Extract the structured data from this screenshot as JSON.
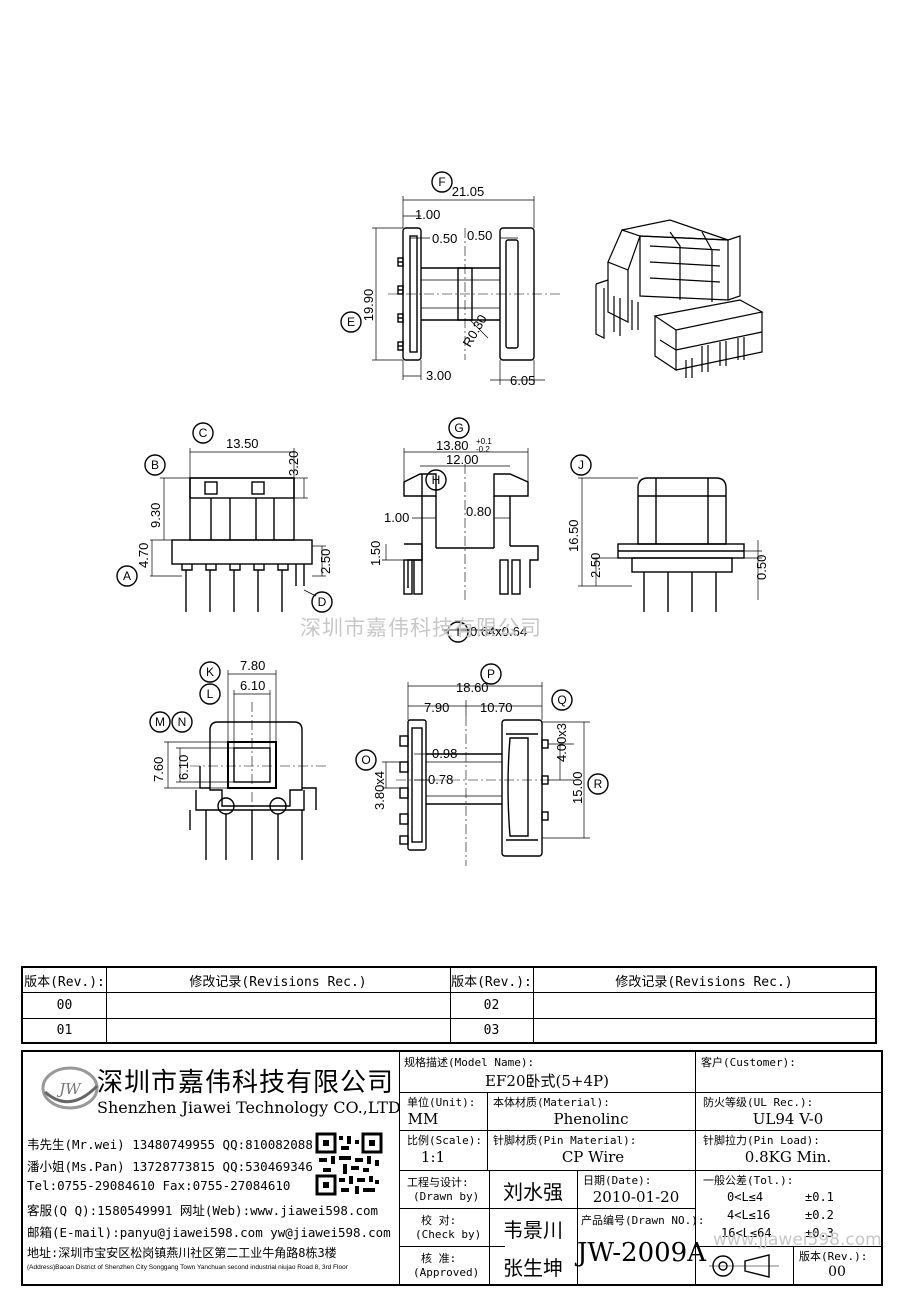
{
  "dims": {
    "top": {
      "F": "F",
      "E": "E",
      "w2105": "21.05",
      "w100": "1.00",
      "w050a": "0.50",
      "w050b": "0.50",
      "h1990": "19.90",
      "r030": "R0.30",
      "w300": "3.00",
      "w605": "6.05"
    },
    "front": {
      "C": "C",
      "B": "B",
      "A": "A",
      "D": "D",
      "w1350": "13.50",
      "h320": "3.20",
      "h930": "9.30",
      "h470": "4.70",
      "h250": "2.50"
    },
    "side": {
      "G": "G",
      "H": "H",
      "I": "I",
      "w1380": "13.80",
      "tolp": "+0.1",
      "tolm": "-0.2",
      "w1200": "12.00",
      "w100": "1.00",
      "w080": "0.80",
      "h150": "1.50",
      "w064": "0.64x0.64"
    },
    "right": {
      "J": "J",
      "h1650": "16.50",
      "h250": "2.50",
      "h050": "0.50"
    },
    "bottom": {
      "K": "K",
      "L": "L",
      "M": "M",
      "N": "N",
      "w780": "7.80",
      "w610": "6.10",
      "h760": "7.60",
      "h610": "6.10"
    },
    "plan": {
      "P": "P",
      "Q": "Q",
      "O": "O",
      "R": "R",
      "w1860": "18.60",
      "w790": "7.90",
      "w1070": "10.70",
      "h400x3": "4.00x3",
      "w098": "0.98",
      "w078": "0.78",
      "h380x4": "3.80x4",
      "h1500": "15.00"
    }
  },
  "watermark": "深圳市嘉伟科技有限公司",
  "revisions": {
    "header_rev": "版本(Rev.):",
    "header_rec": "修改记录(Revisions Rec.)",
    "rows": [
      [
        "00",
        "02"
      ],
      [
        "01",
        "03"
      ]
    ]
  },
  "company": {
    "logo": "JW",
    "name_cn": "深圳市嘉伟科技有限公司",
    "name_en": "Shenzhen Jiawei Technology CO.,LTD",
    "contacts": [
      "韦先生(Mr.wei) 13480749955 QQ:810082088",
      "潘小姐(Ms.Pan) 13728773815 QQ:530469346",
      "Tel:0755-29084610      Fax:0755-27084610",
      "客服(Q Q):1580549991   网址(Web):www.jiawei598.com",
      "邮箱(E-mail):panyu@jiawei598.com  yw@jiawei598.com"
    ],
    "address_cn": "地址:深圳市宝安区松岗镇燕川社区第二工业牛角路8栋3楼",
    "address_en": "(Address)Baoan District of Shenzhen City Songgang Town Yanchuan  second industrial niujao Road 8, 3rd Floor"
  },
  "title_block": {
    "model_label": "规格描述(Model Name):",
    "model_value": "EF20卧式(5+4P)",
    "customer_label": "客户(Customer):",
    "unit_label": "单位(Unit):",
    "unit_value": "MM",
    "material_label": "本体材质(Material):",
    "material_value": "Phenolinc",
    "ul_label": "防火等级(UL Rec.):",
    "ul_value": "UL94 V-0",
    "scale_label": "比例(Scale):",
    "scale_value": "1:1",
    "pin_label": "针脚材质(Pin Material):",
    "pin_value": "CP Wire",
    "load_label": "针脚拉力(Pin Load):",
    "load_value": "0.8KG Min.",
    "drawn_label": "工程与设计:",
    "drawn_label_en": "(Drawn by)",
    "drawn_value": "刘水强",
    "date_label": "日期(Date):",
    "date_value": "2010-01-20",
    "check_label": "校  对:",
    "check_label_en": "(Check by)",
    "check_value": "韦景川",
    "drawno_label": "产品编号(Drawn NO.):",
    "drawno_value": "JW-2009A",
    "approved_label": "核  准:",
    "approved_label_en": "(Approved)",
    "approved_value": "张生坤",
    "tol_label": "一般公差(Tol.):",
    "tol_rows": [
      [
        "0<L≤4",
        "±0.1"
      ],
      [
        "4<L≤16",
        "±0.2"
      ],
      [
        "16<L≤64",
        "±0.3"
      ]
    ],
    "rev_label": "版本(Rev.):",
    "rev_value": "00",
    "web_watermark": "www.jjawei598.com"
  }
}
